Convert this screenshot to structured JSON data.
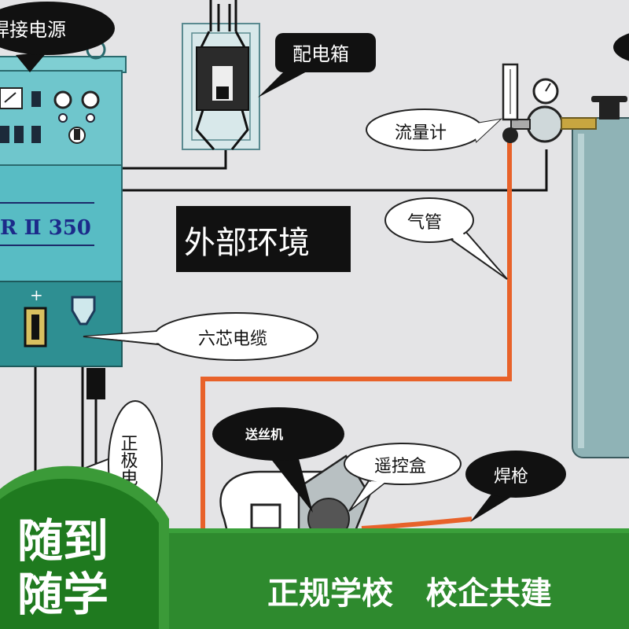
{
  "labels": {
    "power_source": "焊接电源",
    "distribution_box": "配电箱",
    "flowmeter": "流量计",
    "gas_hose": "气管",
    "environment": "外部环境",
    "six_core_cable": "六芯电缆",
    "positive_lead": "正极电",
    "wire_feeder": "送丝机",
    "remote_box": "遥控盒",
    "torch": "焊枪",
    "model_badge": "R Ⅱ 350",
    "plus_sign": "+"
  },
  "banner": {
    "badge_line1": "随到",
    "badge_line2": "随学",
    "slogan": "正规学校   校企共建"
  },
  "colors": {
    "background": "#e4e4e6",
    "machine_teal": "#6fc6cc",
    "machine_panel": "#2e8f92",
    "banner_green": "#2e8a2e",
    "gas_hose": "#e8622a",
    "cylinder": "#8fb3b6"
  }
}
